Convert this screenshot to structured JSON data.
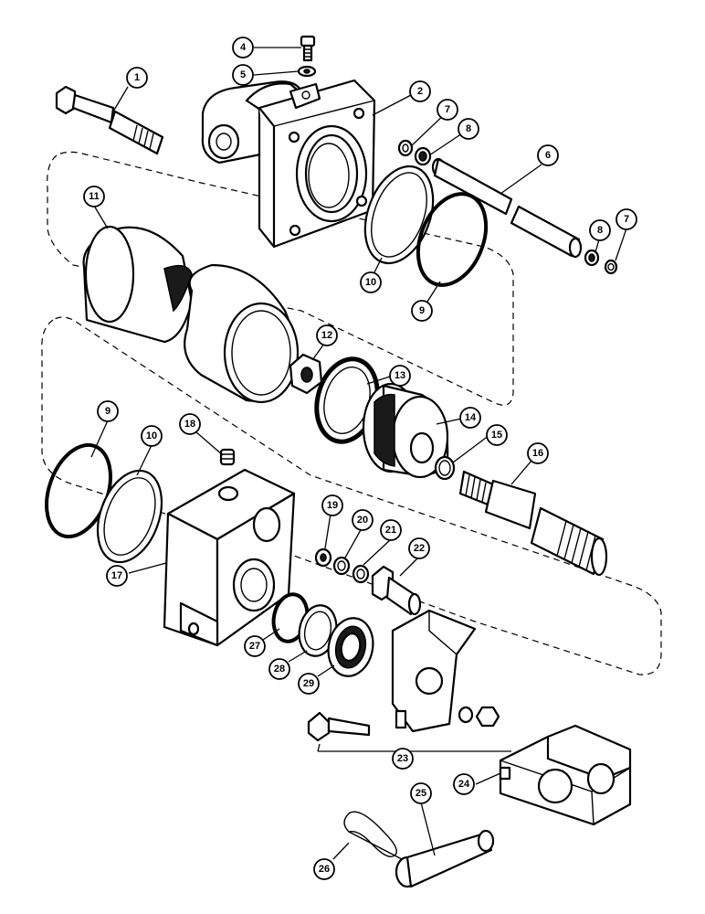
{
  "callouts": {
    "c1": "1",
    "c2": "2",
    "c4": "4",
    "c5": "5",
    "c6": "6",
    "c7a": "7",
    "c7b": "7",
    "c8a": "8",
    "c8b": "8",
    "c9a": "9",
    "c9b": "9",
    "c10a": "10",
    "c10b": "10",
    "c11": "11",
    "c12": "12",
    "c13": "13",
    "c14": "14",
    "c15": "15",
    "c16": "16",
    "c17": "17",
    "c18": "18",
    "c19": "19",
    "c20": "20",
    "c21": "21",
    "c22": "22",
    "c23": "23",
    "c24": "24",
    "c25": "25",
    "c26": "26",
    "c27": "27",
    "c28": "28",
    "c29": "29"
  }
}
